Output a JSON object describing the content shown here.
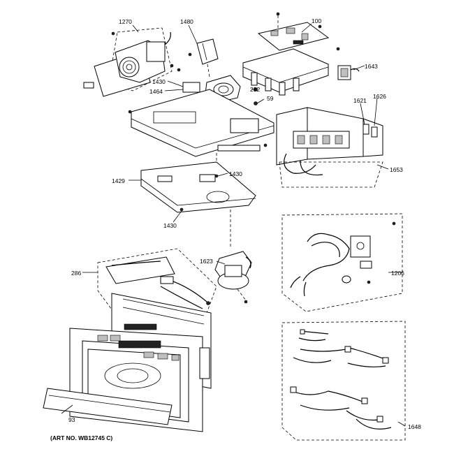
{
  "labels": {
    "p1270": "1270",
    "p1480": "1480",
    "p100": "100",
    "p1643": "1643",
    "p1430a": "1430",
    "p1464": "1464",
    "p282": "282",
    "p59": "59",
    "p1621": "1621",
    "p1626": "1626",
    "p1653": "1653",
    "p1430b": "1430",
    "p1429": "1429",
    "p1430c": "1430",
    "p1623": "1623",
    "p286": "286",
    "p1206": "1206",
    "p93": "93",
    "p1648": "1648"
  },
  "art_no": "(ART NO. WB12745 C)"
}
